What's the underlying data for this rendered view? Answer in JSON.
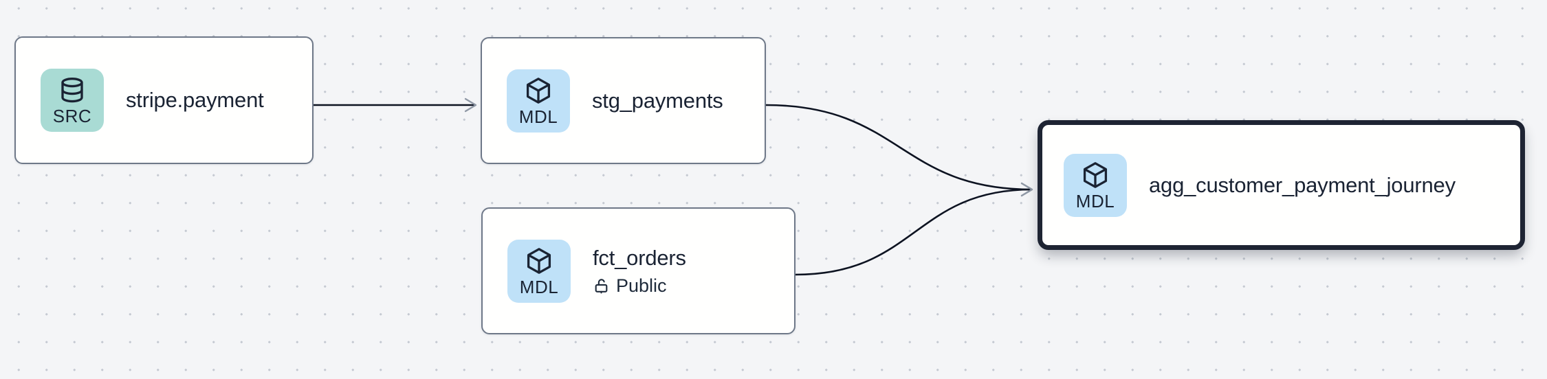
{
  "canvas": {
    "background_color": "#f4f5f7",
    "dot_color": "#c5cad2"
  },
  "nodes": [
    {
      "id": "stripe.payment",
      "label": "stripe.payment",
      "badge": {
        "text": "SRC",
        "icon": "database-icon",
        "color": "#a9dbd4"
      },
      "selected": false
    },
    {
      "id": "stg_payments",
      "label": "stg_payments",
      "badge": {
        "text": "MDL",
        "icon": "cube-icon",
        "color": "#bfe1f8"
      },
      "selected": false
    },
    {
      "id": "fct_orders",
      "label": "fct_orders",
      "badge": {
        "text": "MDL",
        "icon": "cube-icon",
        "color": "#bfe1f8"
      },
      "access_label": "Public",
      "access_icon": "lock-open-icon",
      "selected": false
    },
    {
      "id": "agg_customer_payment_journey",
      "label": "agg_customer_payment_journey",
      "badge": {
        "text": "MDL",
        "icon": "cube-icon",
        "color": "#bfe1f8"
      },
      "selected": true
    }
  ],
  "edges": [
    {
      "source": "stripe.payment",
      "target": "stg_payments"
    },
    {
      "source": "stg_payments",
      "target": "agg_customer_payment_journey"
    },
    {
      "source": "fct_orders",
      "target": "agg_customer_payment_journey"
    }
  ],
  "colors": {
    "edge_stroke": "#0d1321",
    "arrowhead": "#9099a6",
    "node_border": "#6e7888",
    "selected_node_border": "#1e2433",
    "node_background": "#fffffe",
    "text": "#1a2333",
    "src_badge": "#a9dbd4",
    "mdl_badge": "#bfe1f8"
  }
}
